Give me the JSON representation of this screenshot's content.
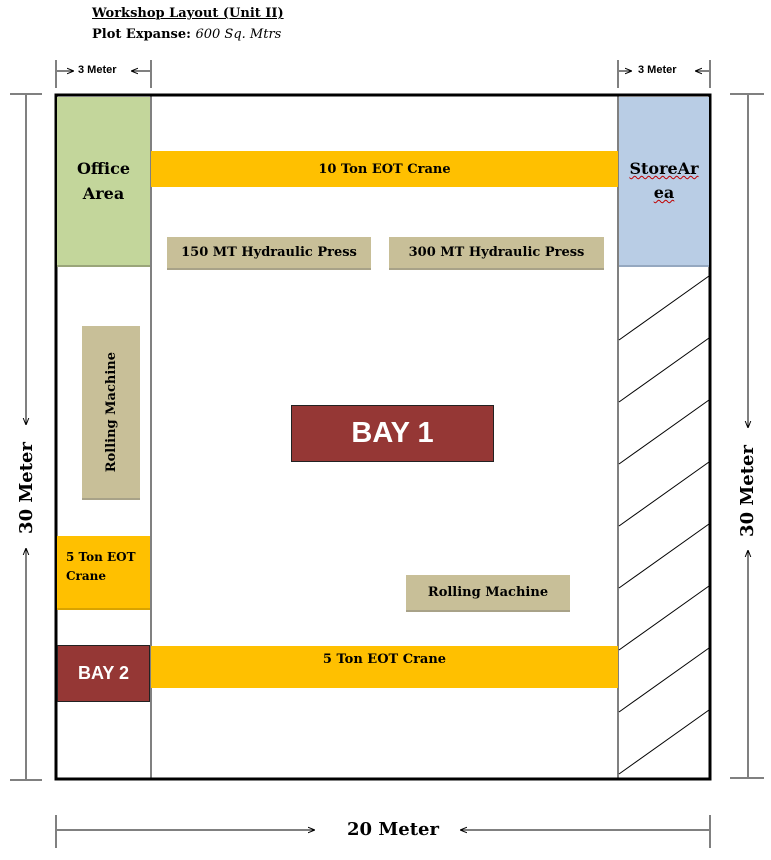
{
  "header": {
    "title": "Workshop Layout (Unit II)",
    "plot_label": "Plot Expanse:",
    "plot_value": "600 Sq. Mtrs"
  },
  "dimensions": {
    "left_column_width": "3 Meter",
    "right_column_width": "3 Meter",
    "height_left": "30 Meter",
    "height_right": "30 Meter",
    "total_width": "20 Meter"
  },
  "areas": {
    "office": "Office Area",
    "store_line1": "StoreAr",
    "store_line2": "ea",
    "bay1": "BAY 1",
    "bay2": "BAY 2"
  },
  "equipment": {
    "crane_top": "10 Ton EOT Crane",
    "press_150": "150 MT Hydraulic Press",
    "press_300": "300 MT Hydraulic Press",
    "rolling_vertical": "Rolling Machine",
    "rolling_horizontal": "Rolling Machine",
    "crane_left_small": "5 Ton EOT Crane",
    "crane_bottom": "5 Ton EOT Crane"
  },
  "colors": {
    "office": "#c3d69b",
    "store": "#b9cde5",
    "equipment": "#c8bf98",
    "crane": "#ffc000",
    "bay": "#953735"
  }
}
